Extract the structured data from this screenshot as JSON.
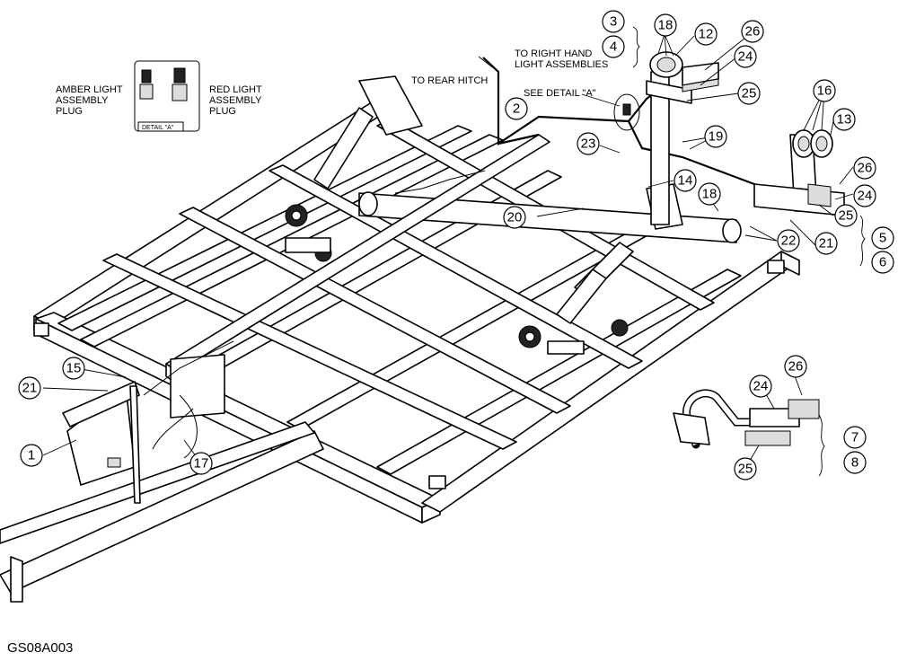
{
  "drawing_code": "GS08A003",
  "detail_a": {
    "amber_label": "AMBER LIGHT\nASSEMBLY\nPLUG",
    "red_label": "RED LIGHT\nASSEMBLY\nPLUG",
    "caption": "DETAIL \"A\""
  },
  "notes": {
    "rear_hitch": "TO REAR HITCH",
    "right_hand": "TO RIGHT HAND\nLIGHT ASSEMBLIES",
    "see_detail": "SEE DETAIL \"A\""
  },
  "callouts": {
    "c3": "3",
    "c4": "4",
    "c18a": "18",
    "c12": "12",
    "c26a": "26",
    "c24a": "24",
    "c25a": "25",
    "c2": "2",
    "c16": "16",
    "c13": "13",
    "c19": "19",
    "c23": "23",
    "c14": "14",
    "c26b": "26",
    "c18b": "18",
    "c24b": "24",
    "c25b": "25",
    "c20": "20",
    "c22": "22",
    "c21a": "21",
    "c5": "5",
    "c6": "6",
    "c15": "15",
    "c21b": "21",
    "c1": "1",
    "c17": "17",
    "c26c": "26",
    "c24c": "24",
    "c7": "7",
    "c8": "8",
    "c25c": "25"
  }
}
